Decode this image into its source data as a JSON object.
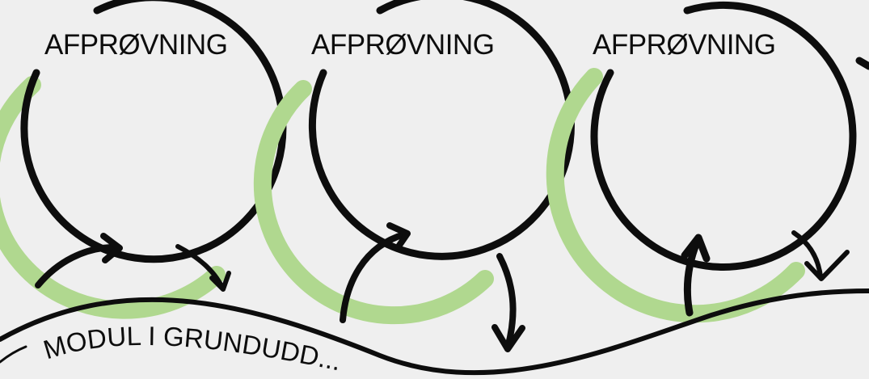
{
  "colors": {
    "background": "#efefef",
    "stroke": "#0d0d0d",
    "highlight": "#b0d88f"
  },
  "cycles": [
    {
      "label": "AFPRØVNING"
    },
    {
      "label": "AFPRØVNING"
    },
    {
      "label": "AFPRØVNING"
    }
  ],
  "band": {
    "label": "MODUL I GRUNDUDD..."
  },
  "arrow_icons": [
    "curved-arrow-icon",
    "curved-arrow-icon",
    "curved-arrow-icon",
    "curved-arrow-icon",
    "curved-arrow-icon",
    "curved-arrow-icon"
  ]
}
